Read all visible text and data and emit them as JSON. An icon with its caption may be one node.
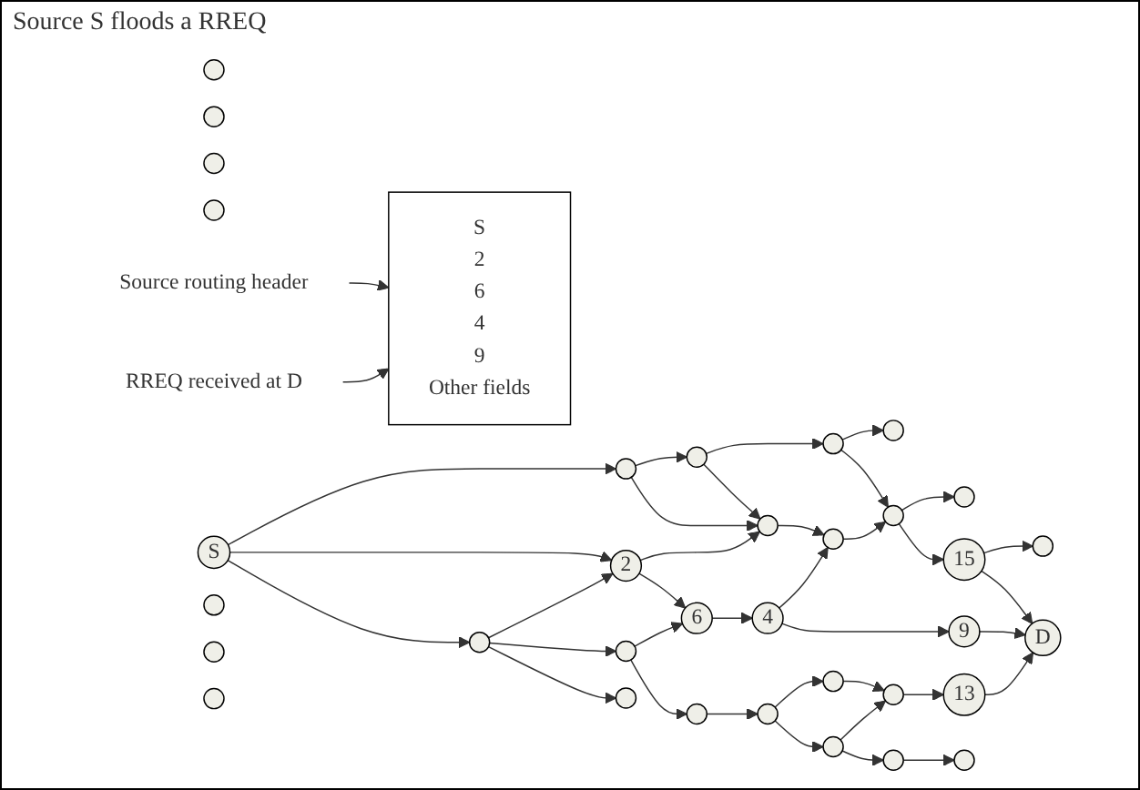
{
  "diagram": {
    "nodes": [
      {
        "text": [],
        "shape": "circle"
      },
      {
        "text": [],
        "shape": "circle"
      },
      {
        "text": [],
        "shape": "circle"
      },
      {
        "text": [],
        "shape": "circle"
      },
      {
        "text": [],
        "shape": "circle"
      },
      {
        "text": [],
        "shape": "circle"
      },
      {
        "text": [],
        "shape": "circle"
      },
      {
        "text": [],
        "shape": "circle"
      },
      {
        "text": [],
        "shape": "circle"
      },
      {
        "text": [],
        "shape": "circle"
      },
      {
        "text": [],
        "shape": "circle"
      },
      {
        "text": [],
        "shape": "circle"
      },
      {
        "text": [
          "15"
        ]
      },
      {
        "text": [],
        "shape": "circle"
      },
      {
        "text": [
          "S"
        ]
      },
      {
        "text": [
          "9"
        ]
      },
      {
        "text": [
          "2"
        ]
      },
      {
        "text": [
          "D"
        ]
      },
      {
        "text": [
          "4"
        ]
      },
      {
        "text": [
          "6"
        ]
      },
      {
        "text": [
          "S",
          "2",
          "6",
          "4",
          "9",
          "Other fields"
        ]
      },
      {
        "text": [
          "RREQ received at D"
        ]
      },
      {
        "text": [],
        "shape": "circle"
      },
      {
        "text": [
          "13"
        ]
      },
      {
        "text": [
          "Source routing header"
        ]
      },
      {
        "text": [],
        "shape": "circle"
      },
      {
        "text": [],
        "shape": "circle"
      },
      {
        "text": [],
        "shape": "circle"
      },
      {
        "text": [],
        "shape": "circle"
      },
      {
        "text": [],
        "shape": "circle"
      },
      {
        "text": [],
        "shape": "circle"
      },
      {
        "text": [],
        "shape": "circle"
      },
      {
        "text": [],
        "shape": "circle"
      },
      {
        "text": [],
        "shape": "circle"
      },
      {
        "text": [],
        "shape": "circle"
      },
      {
        "text": [],
        "shape": "circle"
      },
      {
        "text": [],
        "shape": "circle"
      }
    ],
    "edges": [
      {
        "from": 14,
        "to": 9,
        "arrow": "to"
      },
      {
        "from": 14,
        "to": 16,
        "arrow": "to"
      },
      {
        "from": 14,
        "to": 22,
        "arrow": "to"
      },
      {
        "from": 9,
        "to": 6,
        "arrow": "to"
      },
      {
        "from": 9,
        "to": 11,
        "arrow": "to"
      },
      {
        "from": 6,
        "to": 5,
        "arrow": "to"
      },
      {
        "from": 6,
        "to": 11,
        "arrow": "to"
      },
      {
        "from": 5,
        "to": 2,
        "arrow": "to"
      },
      {
        "from": 5,
        "to": 8,
        "arrow": "to"
      },
      {
        "from": 11,
        "to": 10,
        "arrow": "to"
      },
      {
        "from": 10,
        "to": 8,
        "arrow": "to"
      },
      {
        "from": 8,
        "to": 4,
        "arrow": "to"
      },
      {
        "from": 8,
        "to": 12,
        "arrow": "to"
      },
      {
        "from": 12,
        "to": 7,
        "arrow": "to"
      },
      {
        "from": 12,
        "to": 17,
        "arrow": "to"
      },
      {
        "from": 18,
        "to": 10,
        "arrow": "to"
      },
      {
        "from": 16,
        "to": 11,
        "arrow": "to"
      },
      {
        "from": 16,
        "to": 19,
        "arrow": "to"
      },
      {
        "from": 19,
        "to": 18,
        "arrow": "to"
      },
      {
        "from": 18,
        "to": 15,
        "arrow": "to"
      },
      {
        "from": 15,
        "to": 17,
        "arrow": "to"
      },
      {
        "from": 22,
        "to": 16,
        "arrow": "to"
      },
      {
        "from": 22,
        "to": 25,
        "arrow": "to"
      },
      {
        "from": 22,
        "to": 32,
        "arrow": "to"
      },
      {
        "from": 25,
        "to": 19,
        "arrow": "to"
      },
      {
        "from": 25,
        "to": 31,
        "arrow": "to"
      },
      {
        "from": 31,
        "to": 30,
        "arrow": "to"
      },
      {
        "from": 30,
        "to": 26,
        "arrow": "to"
      },
      {
        "from": 30,
        "to": 33,
        "arrow": "to"
      },
      {
        "from": 26,
        "to": 29,
        "arrow": "to"
      },
      {
        "from": 29,
        "to": 23,
        "arrow": "to"
      },
      {
        "from": 33,
        "to": 29,
        "arrow": "to"
      },
      {
        "from": 33,
        "to": 35,
        "arrow": "to"
      },
      {
        "from": 35,
        "to": 34,
        "arrow": "to"
      },
      {
        "from": 23,
        "to": 17,
        "arrow": "to"
      },
      {
        "from": 24,
        "to": 20,
        "arrow": "to"
      },
      {
        "from": 21,
        "to": 20,
        "arrow": "to"
      }
    ],
    "labels": [
      "Source S floods a RREQ"
    ]
  }
}
